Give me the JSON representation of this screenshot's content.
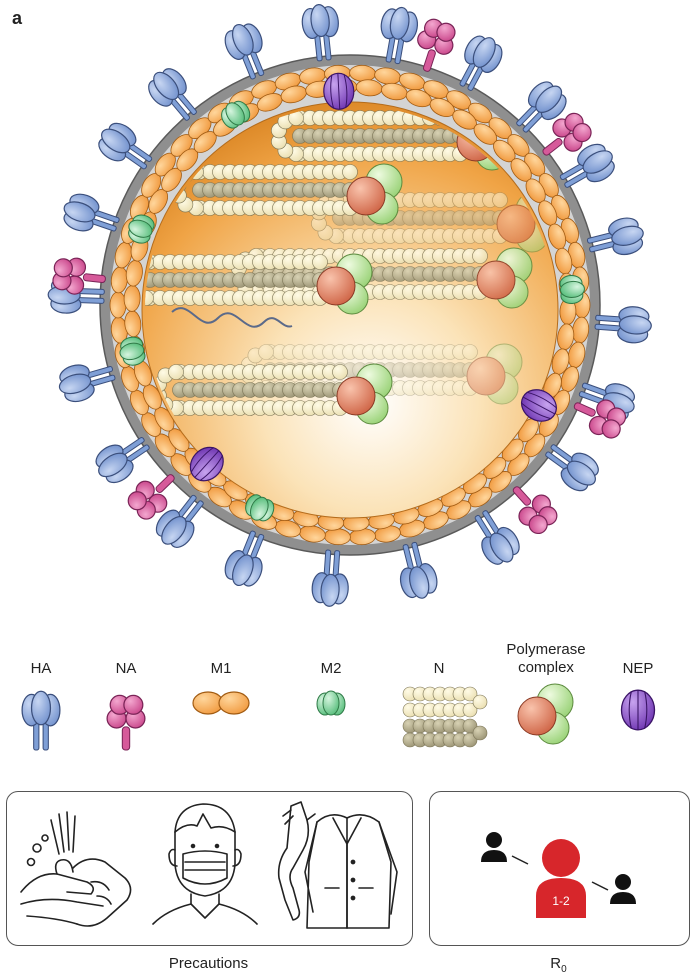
{
  "panel_label": "a",
  "legend": [
    {
      "key": "ha",
      "label": "HA",
      "icon": "ha-protein-icon"
    },
    {
      "key": "na",
      "label": "NA",
      "icon": "na-protein-icon"
    },
    {
      "key": "m1",
      "label": "M1",
      "icon": "m1-protein-icon"
    },
    {
      "key": "m2",
      "label": "M2",
      "icon": "m2-protein-icon"
    },
    {
      "key": "n",
      "label": "N",
      "icon": "nucleoprotein-icon"
    },
    {
      "key": "pol",
      "label_lines": [
        "Polymerase",
        "complex"
      ],
      "icon": "polymerase-complex-icon"
    },
    {
      "key": "nep",
      "label": "NEP",
      "icon": "nep-protein-icon"
    }
  ],
  "precautions": {
    "caption": "Precautions",
    "icons": [
      "hand-washing-icon",
      "face-mask-icon",
      "gloves-gown-icon"
    ]
  },
  "r0": {
    "caption_main": "R",
    "caption_sub": "0",
    "value": "1-2",
    "icons": [
      "person-icon",
      "infected-person-icon"
    ]
  },
  "colors": {
    "ha": "#7f9fd6",
    "na": "#d65a9a",
    "m1": "#f5a24a",
    "m2": "#6fcf8f",
    "n": "#f6ecc0",
    "n_dark": "#b5ad8c",
    "pol_green": "#b7e39a",
    "pol_red": "#e07a5f",
    "nep": "#8b4fc7",
    "envelope": "#9a9a9a",
    "r0_red": "#d7262b"
  }
}
